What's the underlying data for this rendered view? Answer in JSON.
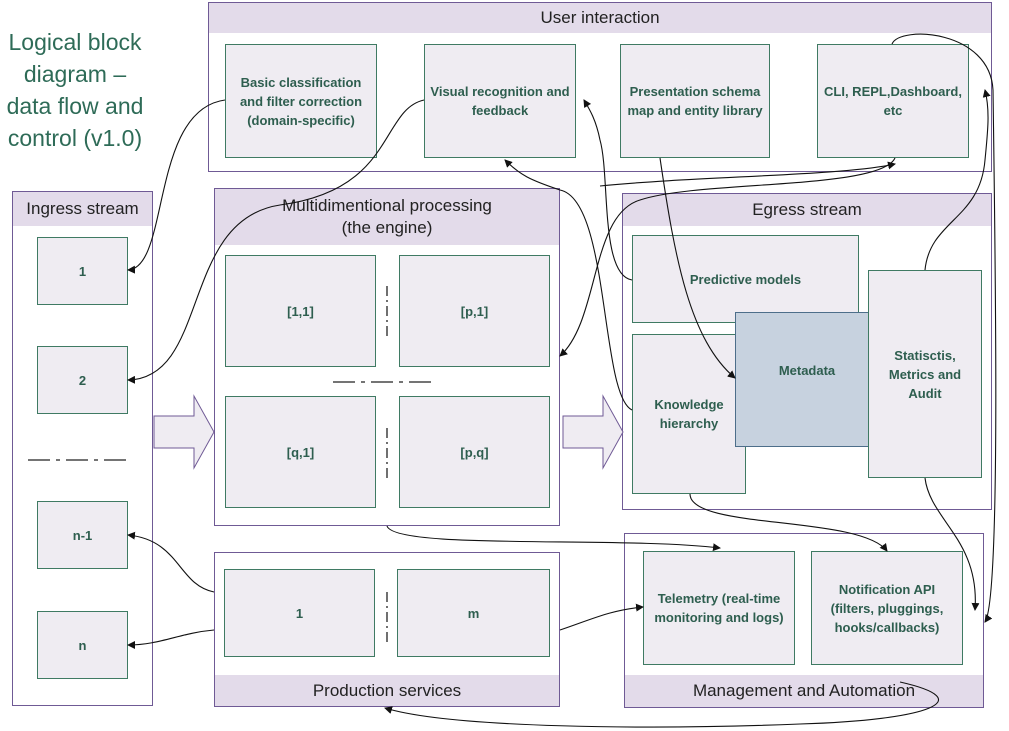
{
  "title": {
    "lines": [
      "Logical block",
      "diagram –",
      "data flow and",
      "control (v1.0)"
    ]
  },
  "user_interaction": {
    "header": "User interaction",
    "boxes": [
      "Basic classification and filter correction (domain-specific)",
      "Visual recognition and feedback",
      "Presentation schema map and entity library",
      "CLI, REPL,Dashboard, etc"
    ]
  },
  "ingress": {
    "header": "Ingress stream",
    "boxes": [
      "1",
      "2",
      "n-1",
      "n"
    ]
  },
  "engine": {
    "header_line1": "Multidimentional processing",
    "header_line2": "(the engine)",
    "cells": [
      "[1,1]",
      "[p,1]",
      "[q,1]",
      "[p,q]"
    ]
  },
  "egress": {
    "header": "Egress stream",
    "predictive": "Predictive models",
    "knowledge": "Knowledge hierarchy",
    "metadata": "Metadata",
    "stats": "Statisctis, Metrics and Audit"
  },
  "production": {
    "label": "Production services",
    "boxes": [
      "1",
      "m"
    ]
  },
  "management": {
    "label": "Management and Automation",
    "telemetry": "Telemetry (real-time monitoring and logs)",
    "notification": "Notification API (filters, pluggings, hooks/callbacks)"
  },
  "colors": {
    "panel_border": "#6f5a95",
    "header_fill": "#e3dbea",
    "box_border": "#3f7a63",
    "box_fill": "#efecf2",
    "box_text": "#2e5e4f",
    "metadata_fill": "#c7d2df",
    "title_text": "#2e6b57"
  }
}
